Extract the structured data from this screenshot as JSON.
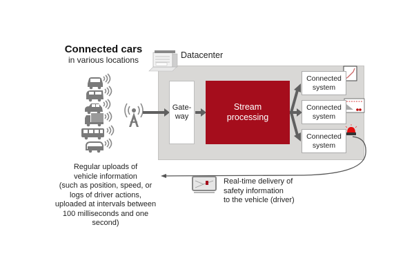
{
  "header": {
    "title": "Connected cars",
    "subtitle": "in various locations"
  },
  "datacenter": {
    "label": "Datacenter",
    "gateway_label": "Gate-\nway",
    "gateway_line1": "Gate-",
    "gateway_line2": "way",
    "stream_line1": "Stream",
    "stream_line2": "processing",
    "stream_color": "#a50d1c"
  },
  "connected_systems": [
    {
      "line1": "Connected",
      "line2": "system",
      "icon": "map-icon"
    },
    {
      "line1": "Connected",
      "line2": "system",
      "icon": "dashboard-chart-icon"
    },
    {
      "line1": "Connected",
      "line2": "system",
      "icon": "alarm-beacon-icon"
    }
  ],
  "vehicles": [
    "sedan-icon",
    "van-icon",
    "hatchback-icon",
    "truck-icon",
    "bus-icon",
    "minivan-icon"
  ],
  "uploads_text": [
    "Regular uploads of",
    "vehicle information",
    "(such as position, speed, or",
    "logs of driver actions,",
    "uploaded at intervals between",
    "100 milliseconds and one",
    "second)"
  ],
  "delivery_text": [
    "Real-time delivery of",
    "safety information",
    "to the vehicle (driver)"
  ]
}
